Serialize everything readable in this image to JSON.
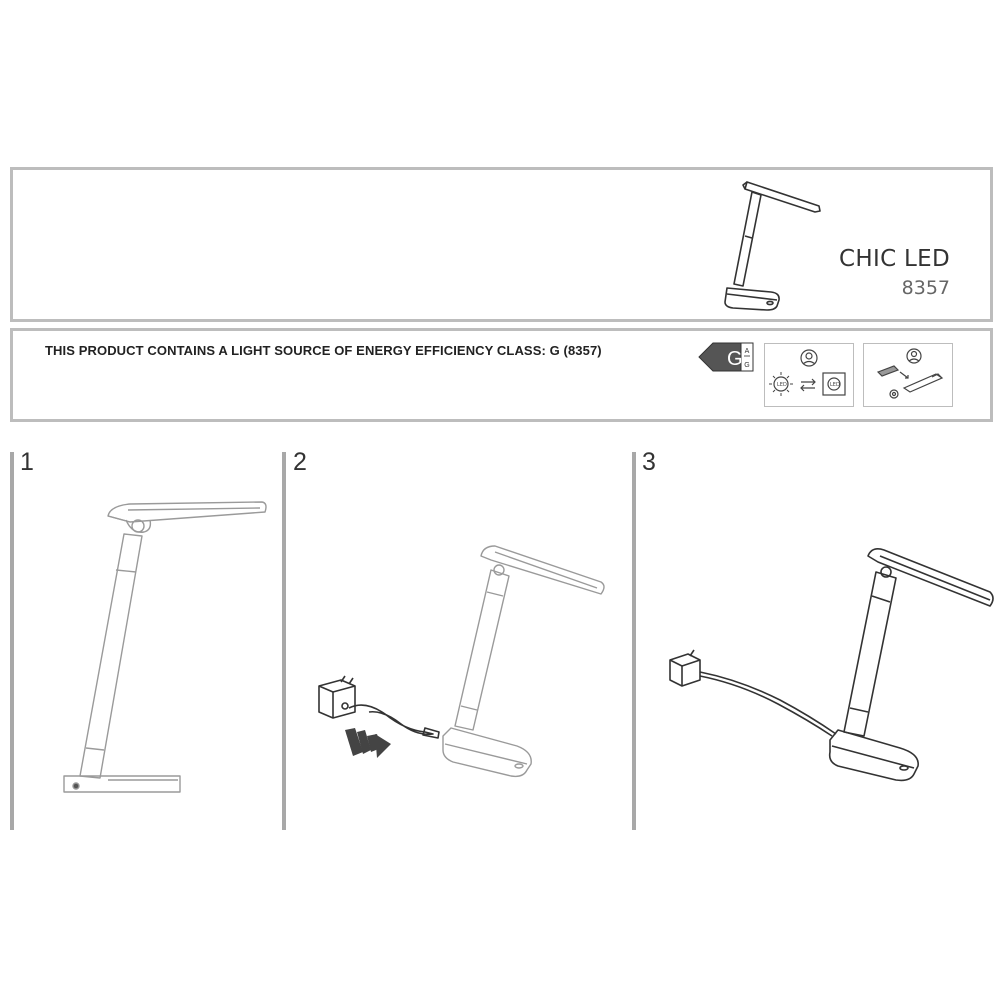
{
  "header": {
    "product_name": "CHIC LED",
    "product_code": "8357"
  },
  "energy": {
    "statement": "THIS PRODUCT CONTAINS A LIGHT SOURCE OF ENERGY EFFICIENCY CLASS: G (8357)",
    "class_letter": "G",
    "scale_top": "A",
    "scale_bottom": "G",
    "icons": [
      "led-replaceable-icon",
      "driver-replaceable-icon"
    ],
    "led_label": "LED"
  },
  "steps": [
    {
      "number": "1"
    },
    {
      "number": "2"
    },
    {
      "number": "3"
    }
  ],
  "colors": {
    "border": "#bdbdbd",
    "separator": "#a8a8a8",
    "line_art": "#333333",
    "faded_line_art": "#9a9a9a"
  }
}
